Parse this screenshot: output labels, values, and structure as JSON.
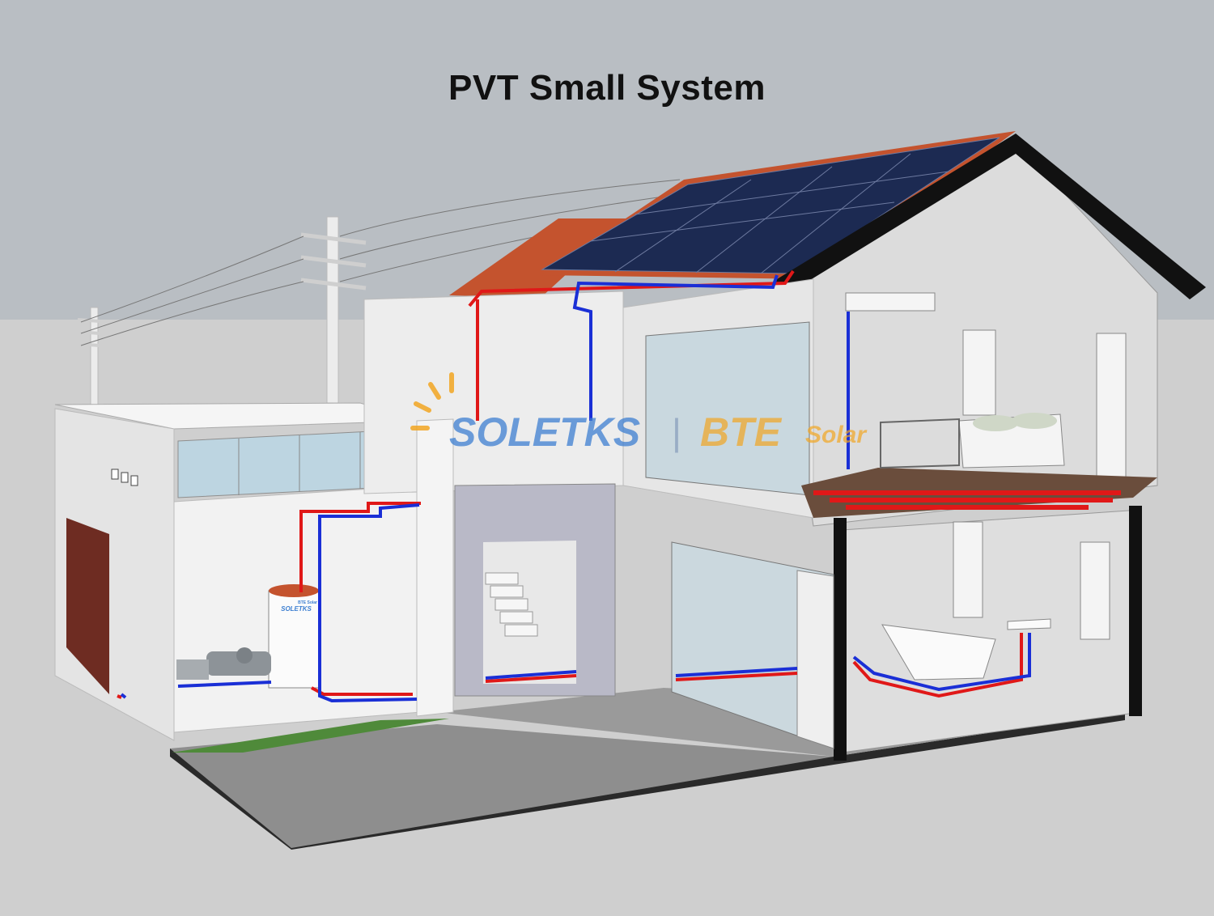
{
  "title": "PVT Small System",
  "watermark": {
    "brand_left": "SOLETKS",
    "separator": "|",
    "brand_right_mark": "BTE",
    "brand_right_word": "Solar"
  },
  "tank_label": {
    "small": "BTE Solar",
    "brand": "SOLETKS"
  },
  "colors": {
    "sky": "#b9bec3",
    "ground": "#cfcfcf",
    "hot_pipe": "#e01818",
    "cold_pipe": "#1a2fd6",
    "roof_tile": "#c4532e",
    "pv_panel": "#1c2a52",
    "wall": "#ededed",
    "floor": "#8e8e8e",
    "grass": "#4f8a3a",
    "watermark_blue": "#3d7fd1",
    "watermark_orange": "#f2a623"
  },
  "icons": {
    "solar_panels": "pv-panel-array-icon",
    "storage_tank": "water-tank-icon",
    "pump": "circulation-pump-icon",
    "bathtub": "bathtub-icon",
    "sink": "sink-icon",
    "bed": "bed-icon",
    "utility_pole": "utility-pole-icon"
  }
}
